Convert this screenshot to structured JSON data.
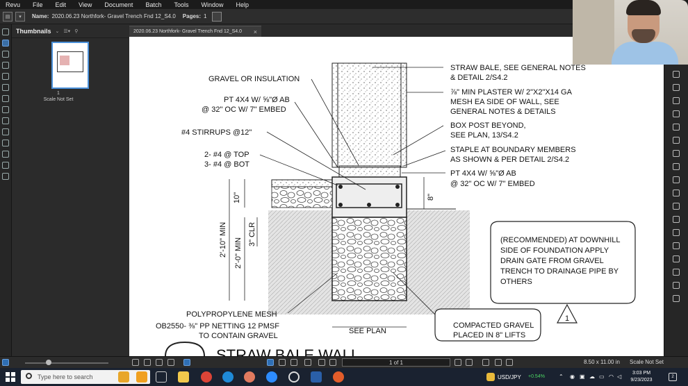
{
  "menu": [
    "Revu",
    "File",
    "Edit",
    "View",
    "Document",
    "Batch",
    "Tools",
    "Window",
    "Help"
  ],
  "filebar": {
    "name_label": "Name:",
    "name_value": "2020.06.23 Northfork- Gravel Trench Fnd 12_S4.0",
    "pages_label": "Pages:",
    "pages_value": "1"
  },
  "thumbnails": {
    "title": "Thumbnails",
    "page_number": "1",
    "page_scale": "Scale Not Set"
  },
  "tab": {
    "title": "2020.06.23 Northfork- Gravel Trench Fnd 12_S4.0",
    "close": "×"
  },
  "drawing": {
    "labels": {
      "gravel_insulation": "GRAVEL OR INSULATION",
      "pt4x4_a1": "PT 4X4 W/ ⅝\"Ø AB",
      "pt4x4_a2": "@ 32\" OC W/ 7\" EMBED",
      "stirrups": "#4 STIRRUPS @12\"",
      "top_bars": "2- #4 @ TOP",
      "bot_bars": "3- #4 @ BOT",
      "strawbale_1": "STRAW BALE, SEE GENERAL NOTES",
      "strawbale_2": "& DETAIL 2/S4.2",
      "plaster_1": "⅞\" MIN PLASTER W/ 2\"X2\"X14 GA",
      "plaster_2": "MESH EA SIDE OF WALL, SEE",
      "plaster_3": "GENERAL NOTES & DETAILS",
      "boxpost_1": "BOX POST BEYOND,",
      "boxpost_2": "SEE PLAN, 13/S4.2",
      "staple_1": "STAPLE AT BOUNDARY MEMBERS",
      "staple_2": "AS SHOWN & PER DETAIL 2/S4.2",
      "pt4x4_b1": "PT 4X4  W/ ⅝\"Ø AB",
      "pt4x4_b2": "@ 32\" OC W/ 7\" EMBED",
      "dim_10": "10\"",
      "dim_8": "8\"",
      "dim_2_10": "2'-10\" MIN",
      "dim_2_0": "2'-0\" MIN",
      "dim_3clr": "3\" CLR",
      "recommended_1": "(RECOMMENDED) AT DOWNHILL",
      "recommended_2": "SIDE OF FOUNDATION APPLY",
      "recommended_3": "DRAIN GATE FROM GRAVEL",
      "recommended_4": "TRENCH TO DRAINAGE PIPE BY",
      "recommended_5": "OTHERS",
      "keynote_1": "1",
      "mesh": "POLYPROPYLENE MESH",
      "ob2550_1": "OB2550- ⅜\" PP NETTING 12 PMSF",
      "ob2550_2": "TO CONTAIN GRAVEL",
      "see_plan": "SEE PLAN",
      "compacted_1": "COMPACTED GRAVEL",
      "compacted_2": "PLACED IN 8\" LIFTS",
      "detail_title": "STRAW BALE WALL"
    }
  },
  "statusbar": {
    "page_indicator": "1 of 1",
    "page_size": "8.50 x 11.00 in",
    "scale": "Scale Not Set"
  },
  "taskbar": {
    "search_placeholder": "Type here to search",
    "ticker_symbol": "USD/JPY",
    "ticker_change": "+0.54%",
    "time": "3:03 PM",
    "date": "9/23/2023",
    "notification_count": "2"
  },
  "colors": {
    "accent": "#4a90d9",
    "ticker_green": "#4cd964",
    "canvas": "#ffffff"
  }
}
